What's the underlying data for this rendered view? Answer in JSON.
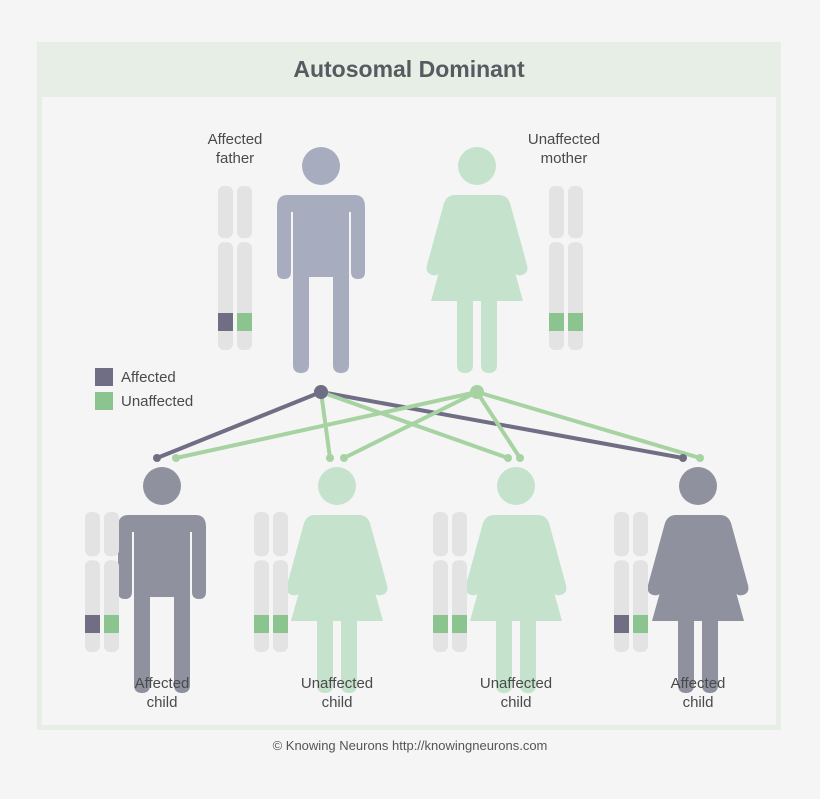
{
  "title": "Autosomal Dominant",
  "colors": {
    "affected_person": "#a8acbf",
    "affected_child": "#8f919e",
    "unaffected_person": "#c5e3cc",
    "affected_allele": "#6f6e85",
    "unaffected_allele": "#8cc48f",
    "chromosome": "#e3e3e3",
    "line_affected": "#6f6e85",
    "line_unaffected": "#a7d3a3"
  },
  "parents": {
    "father": {
      "label_line1": "Affected",
      "label_line2": "father",
      "icon": "male-figure-icon"
    },
    "mother": {
      "label_line1": "Unaffected",
      "label_line2": "mother",
      "icon": "female-figure-icon"
    }
  },
  "legend": [
    {
      "label": "Affected",
      "color": "#6f6e85"
    },
    {
      "label": "Unaffected",
      "color": "#8cc48f"
    }
  ],
  "children": [
    {
      "label_line1": "Affected",
      "label_line2": "child",
      "icon": "male-figure-icon",
      "status": "affected"
    },
    {
      "label_line1": "Unaffected",
      "label_line2": "child",
      "icon": "female-figure-icon",
      "status": "unaffected"
    },
    {
      "label_line1": "Unaffected",
      "label_line2": "child",
      "icon": "female-figure-icon",
      "status": "unaffected"
    },
    {
      "label_line1": "Affected",
      "label_line2": "child",
      "icon": "female-figure-icon",
      "status": "affected"
    }
  ],
  "copyright": "© Knowing Neurons http://knowingneurons.com"
}
